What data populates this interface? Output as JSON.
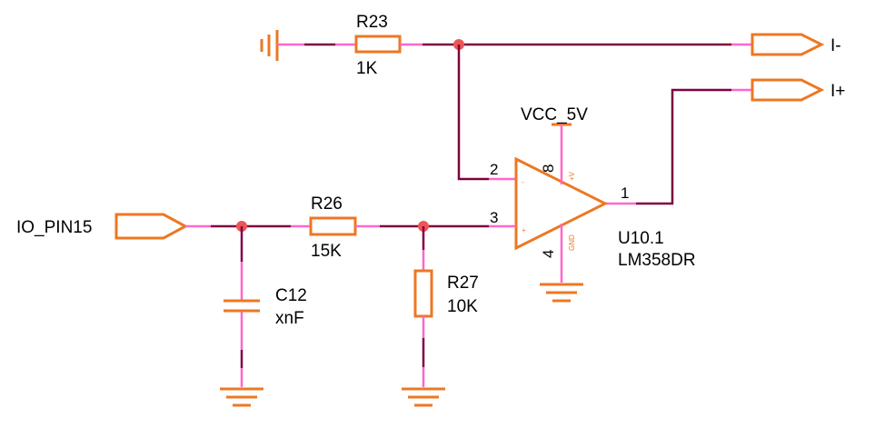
{
  "nets": {
    "input_port": "IO_PIN15",
    "i_minus_port": "I-",
    "i_plus_port": "I+",
    "vcc_label": "VCC_5V"
  },
  "components": {
    "r23": {
      "ref": "R23",
      "value": "1K"
    },
    "r26": {
      "ref": "R26",
      "value": "15K"
    },
    "r27": {
      "ref": "R27",
      "value": "10K"
    },
    "c12": {
      "ref": "C12",
      "value": "xnF"
    },
    "u10": {
      "ref": "U10.1",
      "value": "LM358DR"
    }
  },
  "opamp_pins": {
    "inv": "2",
    "noninv": "3",
    "out": "1",
    "vplus": "8",
    "gnd": "4",
    "vplus_tag": "+V",
    "gnd_tag": "GND",
    "minus_sign": "-",
    "plus_sign": "+"
  },
  "colors": {
    "wire": "#800040",
    "pin": "#ff66cc",
    "component": "#ee7722",
    "junction": "#ee5555"
  }
}
